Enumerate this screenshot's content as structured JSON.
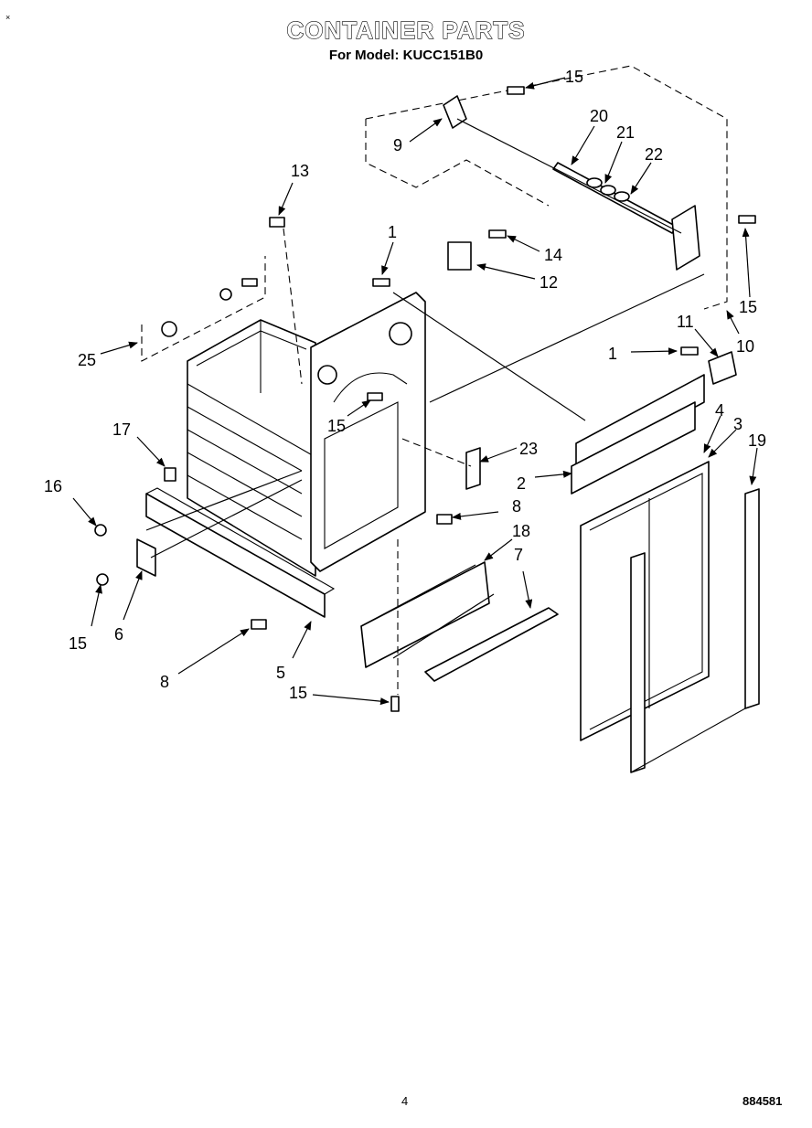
{
  "header": {
    "title": "CONTAINER PARTS",
    "subtitle": "For Model: KUCC151B0"
  },
  "footer": {
    "page_number": "4",
    "document_number": "884581"
  },
  "corner_mark": "×",
  "callouts": {
    "c1a": "1",
    "c1b": "1",
    "c2": "2",
    "c3": "3",
    "c4": "4",
    "c5": "5",
    "c6": "6",
    "c7": "7",
    "c8a": "8",
    "c8b": "8",
    "c9": "9",
    "c10": "10",
    "c11": "11",
    "c12": "12",
    "c13": "13",
    "c14": "14",
    "c15a": "15",
    "c15b": "15",
    "c15c": "15",
    "c15d": "15",
    "c15e": "15",
    "c16": "16",
    "c17": "17",
    "c18": "18",
    "c19": "19",
    "c20": "20",
    "c21": "21",
    "c22": "22",
    "c23": "23",
    "c25": "25"
  }
}
